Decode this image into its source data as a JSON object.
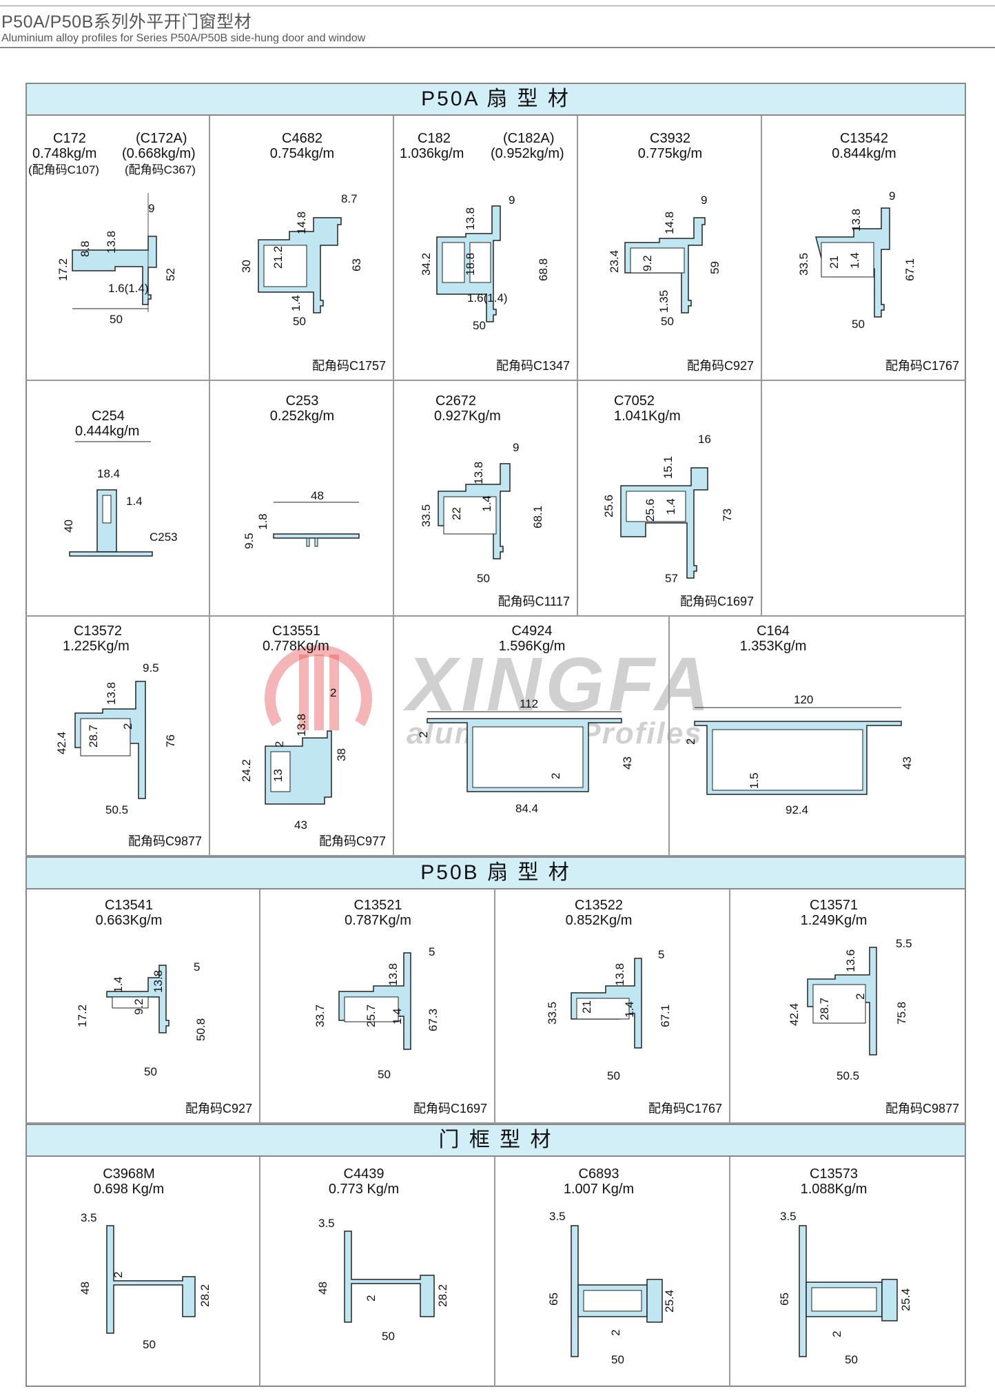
{
  "header": {
    "title": "P50A/P50B系列外平开门窗型材",
    "subtitle": "Aluminium alloy profiles for Series P50A/P50B side-hung door and window"
  },
  "sections": [
    {
      "title": "P50A 扇 型 材"
    },
    {
      "title": "P50B 扇 型 材"
    },
    {
      "title": "门 框 型 材"
    }
  ],
  "watermark": {
    "brand": "XINGFA",
    "tagline": "aluminium Profiles",
    "brand_color": "#e8595a"
  },
  "profile_color": "#bfe6f1",
  "profiles": [
    {
      "code": "C172",
      "weight": "0.748kg/m",
      "code_b": "(C172A)",
      "weight_b": "(0.668kg/m)",
      "corner": "(配角码C107)",
      "corner_b": "(配角码C367)",
      "dims": [
        "9",
        "13.8",
        "8.8",
        "17.2",
        "52",
        "1.6(1.4)",
        "50"
      ]
    },
    {
      "code": "C4682",
      "weight": "0.754kg/m",
      "corner": "配角码C1757",
      "dims": [
        "8.7",
        "14.8",
        "21.2",
        "30",
        "63",
        "1.4",
        "50"
      ]
    },
    {
      "code": "C182",
      "weight": "1.036kg/m",
      "code_b": "(C182A)",
      "weight_b": "(0.952kg/m)",
      "corner": "配角码C1347",
      "dims": [
        "9",
        "13.8",
        "34.2",
        "18.8",
        "68.8",
        "1.6(1.4)",
        "50"
      ]
    },
    {
      "code": "C3932",
      "weight": "0.775kg/m",
      "corner": "配角码C927",
      "dims": [
        "9",
        "14.8",
        "23.4",
        "9.2",
        "59",
        "1.35",
        "50"
      ]
    },
    {
      "code": "C13542",
      "weight": "0.844kg/m",
      "corner": "配角码C1767",
      "dims": [
        "9",
        "13.8",
        "33.5",
        "21",
        "1.4",
        "67.1",
        "50"
      ]
    },
    {
      "code": "C254",
      "weight": "0.444kg/m",
      "dims": [
        "18.4",
        "1.4",
        "40",
        "C253"
      ]
    },
    {
      "code": "C253",
      "weight": "0.252kg/m",
      "dims": [
        "48",
        "1.8",
        "9.5"
      ]
    },
    {
      "code": "C2672",
      "weight": "0.927Kg/m",
      "corner": "配角码C1117",
      "dims": [
        "9",
        "13.8",
        "33.5",
        "22",
        "1.4",
        "68.1",
        "50"
      ]
    },
    {
      "code": "C7052",
      "weight": "1.041Kg/m",
      "corner": "配角码C1697",
      "dims": [
        "16",
        "15.1",
        "25.6",
        "25.6",
        "1.4",
        "73",
        "57"
      ]
    },
    {
      "code": "C13572",
      "weight": "1.225Kg/m",
      "corner": "配角码C9877",
      "dims": [
        "9.5",
        "13.8",
        "42.4",
        "28.7",
        "2",
        "76",
        "50.5"
      ]
    },
    {
      "code": "C13551",
      "weight": "0.778Kg/m",
      "corner": "配角码C977",
      "dims": [
        "2",
        "2",
        "13.8",
        "24.2",
        "13",
        "38",
        "43"
      ]
    },
    {
      "code": "C4924",
      "weight": "1.596Kg/m",
      "dims": [
        "112",
        "2",
        "43",
        "2",
        "84.4"
      ]
    },
    {
      "code": "C164",
      "weight": "1.353Kg/m",
      "dims": [
        "120",
        "2",
        "43",
        "1.5",
        "92.4"
      ]
    },
    {
      "code": "C13541",
      "weight": "0.663Kg/m",
      "corner": "配角码C927",
      "dims": [
        "5",
        "1.4",
        "13.8",
        "17.2",
        "9.2",
        "50.8",
        "50"
      ]
    },
    {
      "code": "C13521",
      "weight": "0.787Kg/m",
      "corner": "配角码C1697",
      "dims": [
        "5",
        "13.8",
        "33.7",
        "25.7",
        "1.4",
        "67.3",
        "50"
      ]
    },
    {
      "code": "C13522",
      "weight": "0.852Kg/m",
      "corner": "配角码C1767",
      "dims": [
        "5",
        "13.8",
        "33.5",
        "21",
        "1.4",
        "67.1",
        "50"
      ]
    },
    {
      "code": "C13571",
      "weight": "1.249Kg/m",
      "corner": "配角码C9877",
      "dims": [
        "5.5",
        "13.6",
        "42.4",
        "28.7",
        "2",
        "75.8",
        "50.5"
      ]
    },
    {
      "code": "C3968M",
      "weight": "0.698 Kg/m",
      "dims": [
        "3.5",
        "48",
        "2",
        "28.2",
        "50"
      ]
    },
    {
      "code": "C4439",
      "weight": "0.773 Kg/m",
      "dims": [
        "3.5",
        "48",
        "2",
        "28.2",
        "50"
      ]
    },
    {
      "code": "C6893",
      "weight": "1.007 Kg/m",
      "dims": [
        "3.5",
        "65",
        "25.4",
        "2",
        "50"
      ]
    },
    {
      "code": "C13573",
      "weight": "1.088Kg/m",
      "dims": [
        "3.5",
        "65",
        "25.4",
        "2",
        "50"
      ]
    }
  ]
}
